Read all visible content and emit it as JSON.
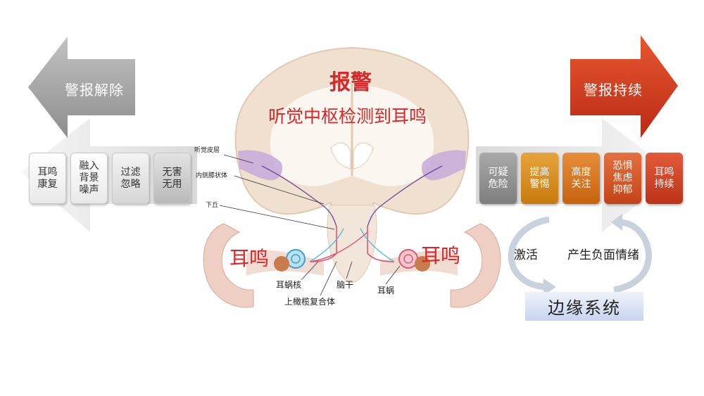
{
  "left_arrow": {
    "label": "警报解除",
    "boxes": [
      "耳鸣\n康复",
      "融入\n背景\n噪声",
      "过滤\n忽略",
      "无害\n无用"
    ]
  },
  "right_arrow": {
    "label": "警报持续",
    "boxes": [
      {
        "text": "可疑\n危险",
        "color": "#8e8e8e"
      },
      {
        "text": "提高\n警惕",
        "color": "#d68a14"
      },
      {
        "text": "高度\n关注",
        "color": "#d67417"
      },
      {
        "text": "恐惧\n焦虑\n抑郁",
        "color": "#d2531c"
      },
      {
        "text": "耳鸣\n持续",
        "color": "#cf3f1f"
      }
    ]
  },
  "center": {
    "alarm": "报警",
    "title": "听觉中枢检测到耳鸣",
    "tinnitus_left": "耳鸣",
    "tinnitus_right": "耳鸣"
  },
  "labels": {
    "auditory_cortex": "听觉皮层",
    "mgb": "内侧膝状体",
    "inferior_colliculus": "下丘",
    "cochlear_nucleus": "耳蜗核",
    "brainstem": "脑干",
    "soc": "上橄榄复合体",
    "cochlea": "耳蜗"
  },
  "cycle": {
    "activate": "激活",
    "negative": "产生负面情绪",
    "limbic": "边缘系统"
  }
}
